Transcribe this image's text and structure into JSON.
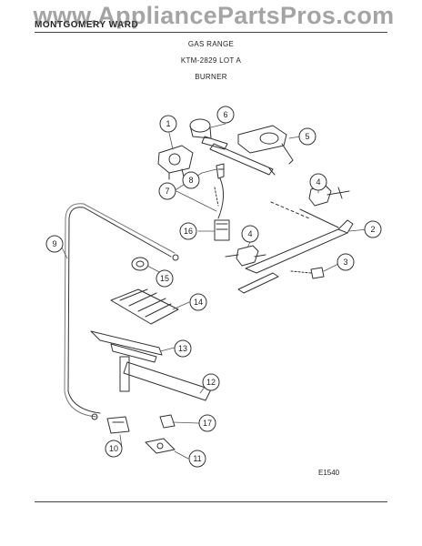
{
  "watermark": "www.AppliancePartsPros.com",
  "brand": "MONTGOMERY WARD",
  "headings": {
    "product": "GAS RANGE",
    "model": "KTM-2829 LOT A",
    "section": "BURNER"
  },
  "diagram_code": "E1540",
  "callouts": [
    "1",
    "2",
    "3",
    "4",
    "4",
    "5",
    "6",
    "7",
    "8",
    "9",
    "10",
    "11",
    "12",
    "13",
    "14",
    "15",
    "16",
    "17"
  ]
}
